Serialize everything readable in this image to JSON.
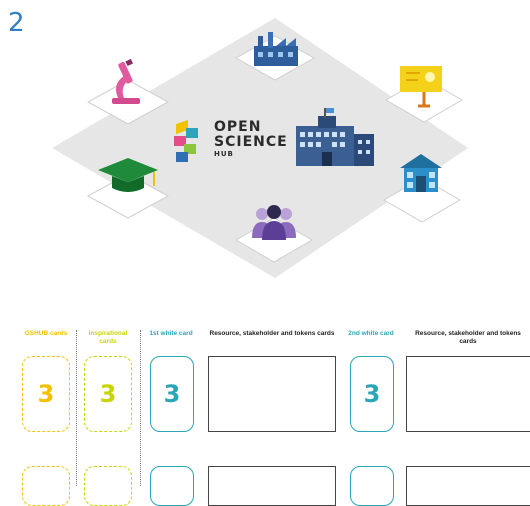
{
  "step_number": "2",
  "hub": {
    "title_line1": "OPEN",
    "title_line2": "SCIENCE",
    "title_line3": "HUB"
  },
  "board_icons": [
    "factory-icon",
    "lightbulb-board-icon",
    "school-building-icon",
    "people-group-icon",
    "graduation-cap-icon",
    "microscope-icon",
    "university-building-icon"
  ],
  "columns": {
    "oshub_cards": "OSHUB cards",
    "inspirational_cards": "Inspirational cards",
    "first_white_card": "1st white card",
    "resource_cards_1": "Resource, stakeholder and tokens cards",
    "second_white_card": "2nd white card",
    "resource_cards_2": "Resource, stakeholder and tokens cards"
  },
  "cards": {
    "oshub_value": "3",
    "inspirational_value": "3",
    "first_white_value": "3",
    "second_white_value": "3"
  },
  "colors": {
    "step": "#2f7dc2",
    "oshub": "#f2c200",
    "inspirational": "#c8d400",
    "white_card": "#2aa6b8",
    "board": "#e6e6e6"
  }
}
